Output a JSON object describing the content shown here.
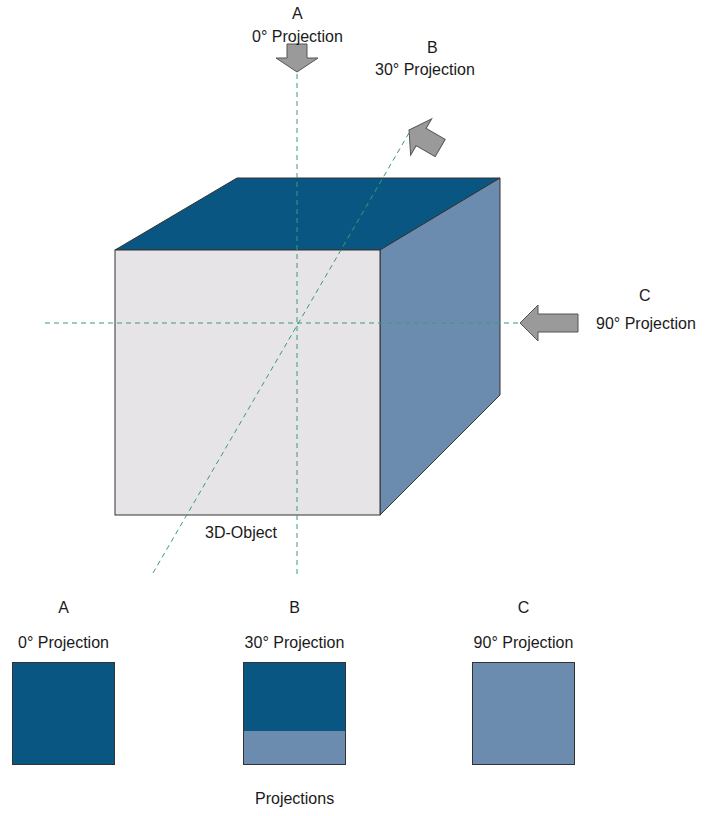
{
  "diagram": {
    "caption": "Projections",
    "nodes": [
      {
        "text": [
          "A",
          "0° Projection"
        ]
      },
      {
        "text": [
          "B",
          "30° Projection"
        ]
      },
      {
        "text": [
          "C",
          "90° Projection"
        ]
      }
    ],
    "labels": [
      "A",
      "0° Projection",
      "B",
      "30° Projection",
      "C",
      "90° Projection",
      "3D-Object"
    ]
  }
}
